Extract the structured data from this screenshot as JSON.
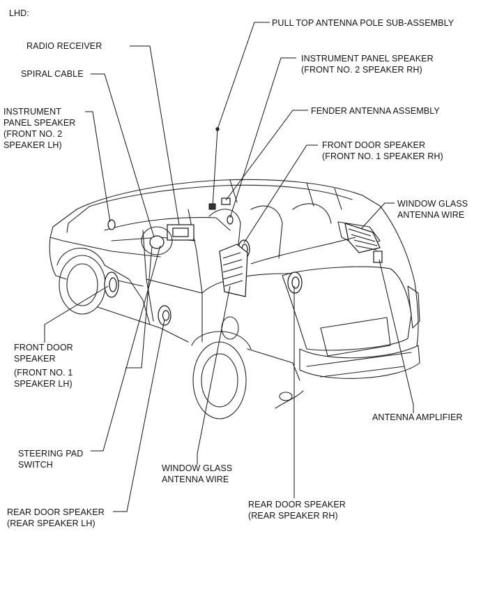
{
  "header": {
    "lhd": "LHD:"
  },
  "labels": {
    "pull_top_antenna": [
      "PULL TOP ANTENNA POLE SUB-ASSEMBLY"
    ],
    "radio_receiver": [
      "RADIO RECEIVER"
    ],
    "instrument_panel_speaker_rh": [
      "INSTRUMENT PANEL SPEAKER",
      "(FRONT NO. 2 SPEAKER RH)"
    ],
    "spiral_cable": [
      "SPIRAL CABLE"
    ],
    "instrument_panel_speaker_lh": [
      "INSTRUMENT",
      "PANEL SPEAKER",
      "(FRONT NO. 2",
      "SPEAKER LH)"
    ],
    "fender_antenna": [
      "FENDER ANTENNA ASSEMBLY"
    ],
    "front_door_speaker_rh": [
      "FRONT DOOR SPEAKER",
      "(FRONT NO. 1 SPEAKER RH)"
    ],
    "window_glass_antenna_right": [
      "WINDOW GLASS",
      "ANTENNA WIRE"
    ],
    "front_door_speaker_lh": [
      "FRONT DOOR",
      "SPEAKER",
      "(FRONT NO. 1",
      "SPEAKER LH)"
    ],
    "antenna_amplifier": [
      "ANTENNA AMPLIFIER"
    ],
    "steering_pad_switch": [
      "STEERING PAD",
      "SWITCH"
    ],
    "window_glass_antenna_bottom": [
      "WINDOW GLASS",
      "ANTENNA WIRE"
    ],
    "rear_door_speaker_rh": [
      "REAR DOOR SPEAKER",
      "(REAR SPEAKER RH)"
    ],
    "rear_door_speaker_lh": [
      "REAR DOOR SPEAKER",
      "(REAR SPEAKER LH)"
    ]
  }
}
